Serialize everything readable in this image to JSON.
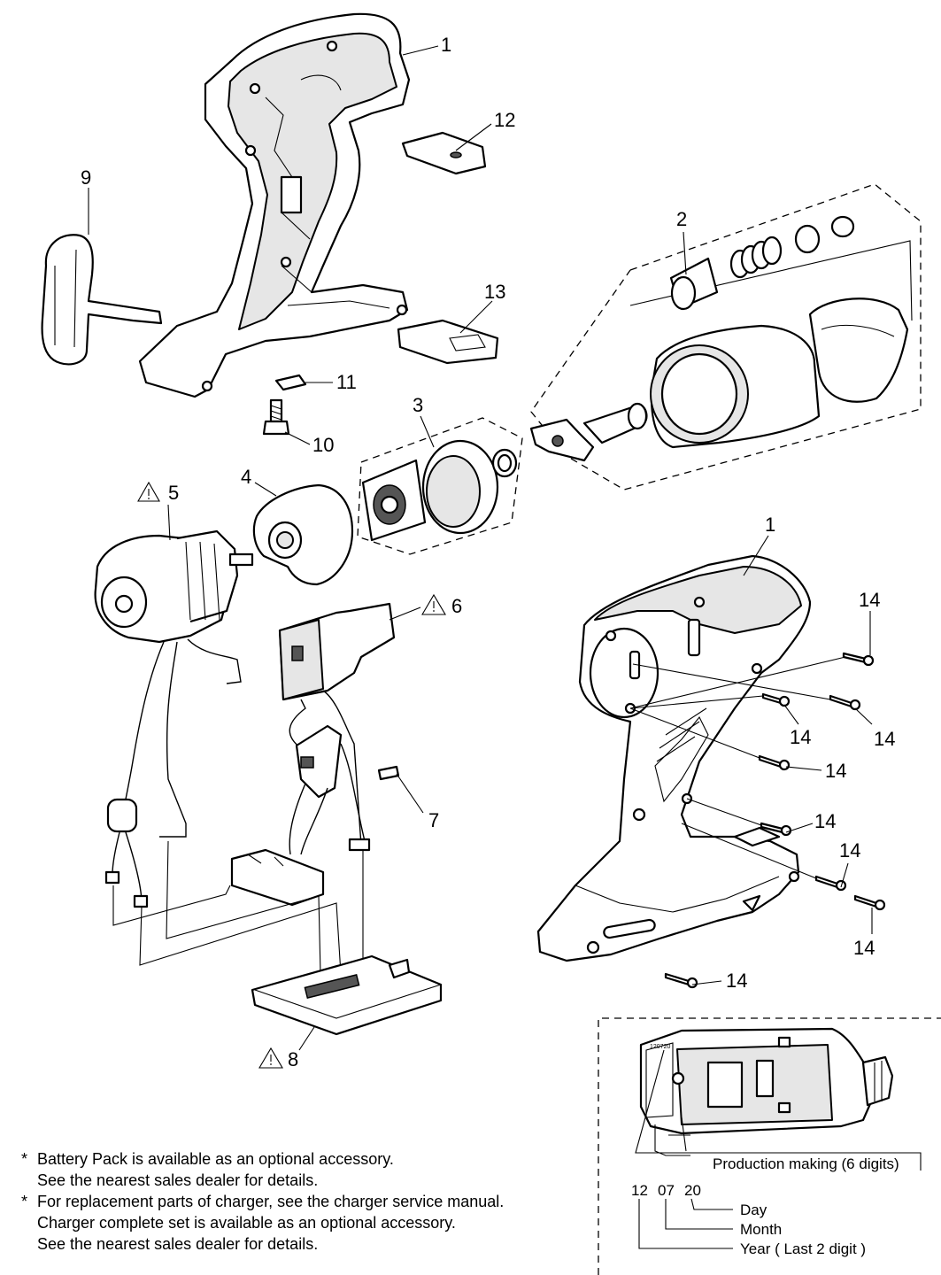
{
  "callouts": {
    "c1_top": "1",
    "c12": "12",
    "c9": "9",
    "c13": "13",
    "c11": "11",
    "c10": "10",
    "c2": "2",
    "c3": "3",
    "c4": "4",
    "c5": "5",
    "c6": "6",
    "c7": "7",
    "c8": "8",
    "c1_right": "1",
    "c14": [
      "14",
      "14",
      "14",
      "14",
      "14",
      "14",
      "14",
      "14"
    ]
  },
  "inset": {
    "label_code": "120720",
    "production_caption": "Production making (6 digits)",
    "code_year": "12",
    "code_month": "07",
    "code_day": "20",
    "legend_day": "Day",
    "legend_month": "Month",
    "legend_year": "Year ( Last 2 digit )"
  },
  "notes": [
    {
      "marker": "*",
      "lines": [
        "Battery Pack is available as an optional accessory.",
        "See the nearest sales dealer for details."
      ]
    },
    {
      "marker": "*",
      "lines": [
        "For replacement parts of charger, see the charger service manual.",
        "Charger complete set is available as an optional accessory.",
        "See the nearest sales dealer for details."
      ]
    }
  ]
}
